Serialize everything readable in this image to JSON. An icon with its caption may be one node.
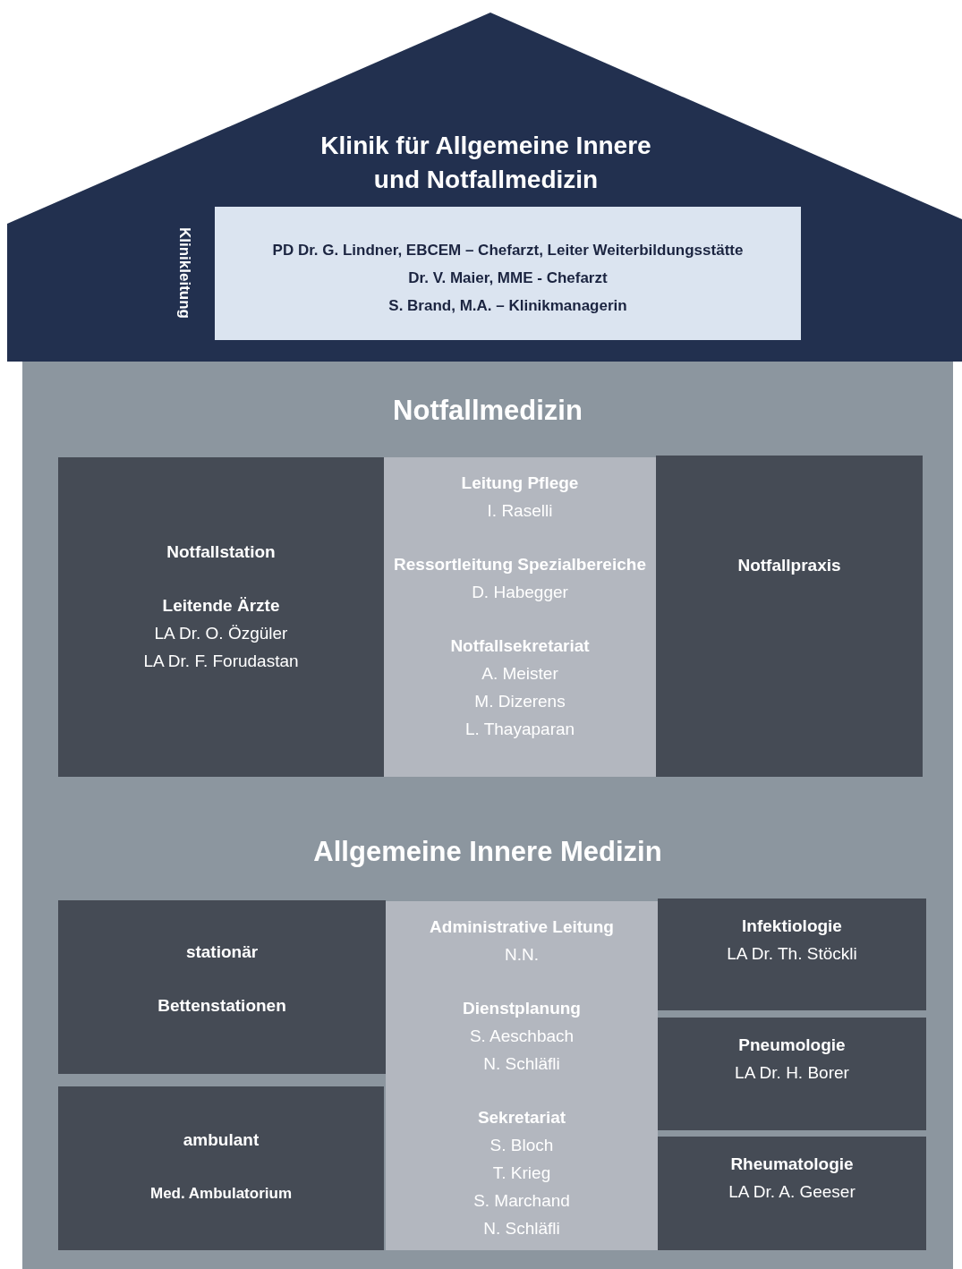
{
  "diagram": {
    "nodes": [
      {
        "text": [
          "Klinik für Allgemeine Innere und Notfallmedizin",
          "Klinikleitung"
        ]
      },
      {
        "text": [
          "PD Dr. G. Lindner, EBCEM – Chefarzt, Leiter Weiterbildungsstätte",
          "Dr. V. Maier, MME - Chefarzt",
          "S. Brand, M.A. – Klinikmanagerin"
        ],
        "in": 0
      },
      {
        "text": [
          "Notfallmedizin",
          "Allgemeine Innere Medizin"
        ]
      },
      {
        "text": [
          "Notfallstation",
          "Leitende Ärzte",
          "LA Dr. O. Özgüler",
          "LA Dr. F. Forudastan"
        ],
        "in": 2
      },
      {
        "text": [
          "Leitung Pflege",
          "I. Raselli",
          "Ressortleitung Spezialbereiche",
          "D. Habegger",
          "Notfallsekretariat",
          "A. Meister",
          "M. Dizerens",
          "L. Thayaparan"
        ],
        "in": 2
      },
      {
        "text": [
          "Notfallpraxis"
        ],
        "in": 2
      },
      {
        "text": [
          "stationär",
          "Bettenstationen"
        ],
        "in": 2
      },
      {
        "text": [
          "ambulant",
          "Med. Ambulatorium"
        ],
        "in": 2
      },
      {
        "text": [
          "Administrative Leitung",
          "N.N.",
          "Dienstplanung",
          "S. Aeschbach",
          "N. Schläfli",
          "Sekretariat",
          "S. Bloch",
          "T. Krieg",
          "S. Marchand",
          "N. Schläfli"
        ],
        "in": 2
      },
      {
        "text": [
          "Infektiologie",
          "LA Dr. Th. Stöckli"
        ],
        "in": 2
      },
      {
        "text": [
          "Pneumologie",
          "LA Dr. H. Borer"
        ],
        "in": 2
      },
      {
        "text": [
          "Rheumatologie",
          "LA Dr. A. Geeser"
        ],
        "in": 2
      }
    ],
    "edges": []
  }
}
